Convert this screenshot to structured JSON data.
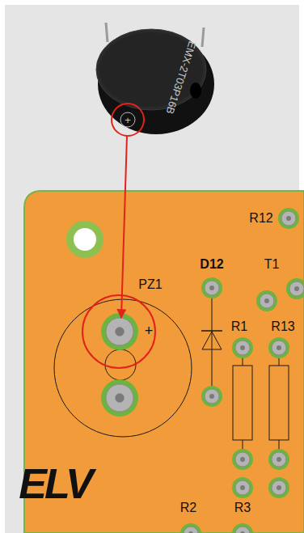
{
  "diagram": {
    "labels": [
      "EMX-2T03P16B",
      "+",
      "R12",
      "D12",
      "T1",
      "PZ1",
      "+",
      "R1",
      "R13",
      "ELV",
      "R2",
      "R3"
    ]
  }
}
